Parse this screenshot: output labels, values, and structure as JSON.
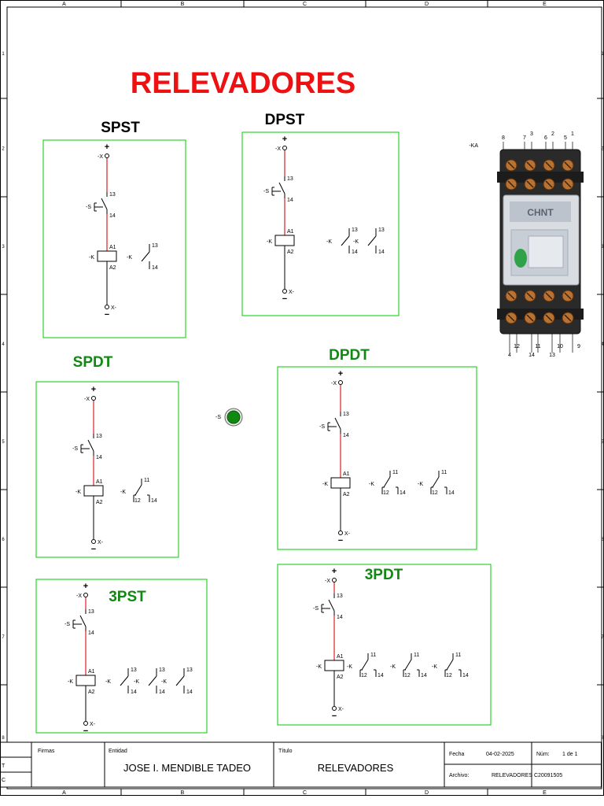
{
  "sheet": {
    "title": "RELEVADORES",
    "columns": [
      "A",
      "B",
      "C",
      "D",
      "E"
    ],
    "rows": [
      "1",
      "2",
      "3",
      "4",
      "5",
      "6",
      "7",
      "8"
    ],
    "colors": {
      "frame": "#000000",
      "box": "#00cc00",
      "wire": "#e02020",
      "title": "#ee1111",
      "green_label": "#118811"
    }
  },
  "circuits": [
    {
      "title": "SPST",
      "supply_top": "+",
      "supply_top_ref": "-X",
      "supply_bottom": "−",
      "supply_bottom_ref": "X-",
      "switch_ref": "-S",
      "switch_term_top": "13",
      "switch_term_bottom": "14",
      "coil_ref": "-K",
      "coil_a1": "A1",
      "coil_a2": "A2",
      "contacts": [
        {
          "ref": "-K",
          "t1": "13",
          "t2": "14"
        }
      ]
    },
    {
      "title": "DPST",
      "supply_top": "+",
      "supply_top_ref": "-X",
      "supply_bottom": "−",
      "supply_bottom_ref": "X-",
      "switch_ref": "-S",
      "switch_term_top": "13",
      "switch_term_bottom": "14",
      "coil_ref": "-K",
      "coil_a1": "A1",
      "coil_a2": "A2",
      "contacts": [
        {
          "ref": "-K",
          "t1": "13",
          "t2": "14"
        },
        {
          "ref": "-K",
          "t1": "13",
          "t2": "14"
        }
      ]
    },
    {
      "title": "SPDT",
      "supply_top": "+",
      "supply_top_ref": "-X",
      "supply_bottom": "−",
      "supply_bottom_ref": "X-",
      "switch_ref": "-S",
      "switch_term_top": "13",
      "switch_term_bottom": "14",
      "coil_ref": "-K",
      "coil_a1": "A1",
      "coil_a2": "A2",
      "contacts": [
        {
          "ref": "-K",
          "t1": "11",
          "t2": "12",
          "t3": "14"
        }
      ]
    },
    {
      "title": "DPDT",
      "supply_top": "+",
      "supply_top_ref": "-X",
      "supply_bottom": "−",
      "supply_bottom_ref": "X-",
      "switch_ref": "-S",
      "switch_term_top": "13",
      "switch_term_bottom": "14",
      "coil_ref": "-K",
      "coil_a1": "A1",
      "coil_a2": "A2",
      "contacts": [
        {
          "ref": "-K",
          "t1": "11",
          "t2": "12",
          "t3": "14"
        },
        {
          "ref": "-K",
          "t1": "11",
          "t2": "12",
          "t3": "14"
        }
      ]
    },
    {
      "title": "3PST",
      "supply_top": "+",
      "supply_top_ref": "-X",
      "supply_bottom": "−",
      "supply_bottom_ref": "X-",
      "switch_ref": "-S",
      "switch_term_top": "13",
      "switch_term_bottom": "14",
      "coil_ref": "-K",
      "coil_a1": "A1",
      "coil_a2": "A2",
      "contacts": [
        {
          "ref": "-K",
          "t1": "13",
          "t2": "14"
        },
        {
          "ref": "-K",
          "t1": "13",
          "t2": "14"
        },
        {
          "ref": "-K",
          "t1": "13",
          "t2": "14"
        }
      ]
    },
    {
      "title": "3PDT",
      "supply_top": "+",
      "supply_top_ref": "-X",
      "supply_bottom": "−",
      "supply_bottom_ref": "X-",
      "switch_ref": "-S",
      "switch_term_top": "13",
      "switch_term_bottom": "14",
      "coil_ref": "-K",
      "coil_a1": "A1",
      "coil_a2": "A2",
      "contacts": [
        {
          "ref": "-K",
          "t1": "11",
          "t2": "12",
          "t3": "14"
        },
        {
          "ref": "-K",
          "t1": "11",
          "t2": "12",
          "t3": "14"
        },
        {
          "ref": "-K",
          "t1": "11",
          "t2": "12",
          "t3": "14"
        }
      ]
    }
  ],
  "pilot_light": {
    "ref": "-S",
    "color": "#118811"
  },
  "relay_photo": {
    "ref": "-KA",
    "top_pins": [
      "8",
      "7",
      "3",
      "6",
      "2",
      "5",
      "1"
    ],
    "bottom_pins": [
      "4",
      "12",
      "14",
      "11",
      "13",
      "10",
      "9"
    ],
    "brand": "CHNT"
  },
  "title_block": {
    "side_labels": [
      "T",
      "C"
    ],
    "firmas_label": "Firmas",
    "entidad_label": "Entidad",
    "entidad_value": "JOSE I. MENDIBLE TADEO",
    "titulo_label": "Título",
    "titulo_value": "RELEVADORES",
    "fecha_label": "Fecha",
    "fecha_value": "04-02-2025",
    "num_label": "Núm:",
    "num_value": "1 de 1",
    "archivo_label": "Archivo:",
    "archivo_value": "RELEVADORES C20091505"
  }
}
